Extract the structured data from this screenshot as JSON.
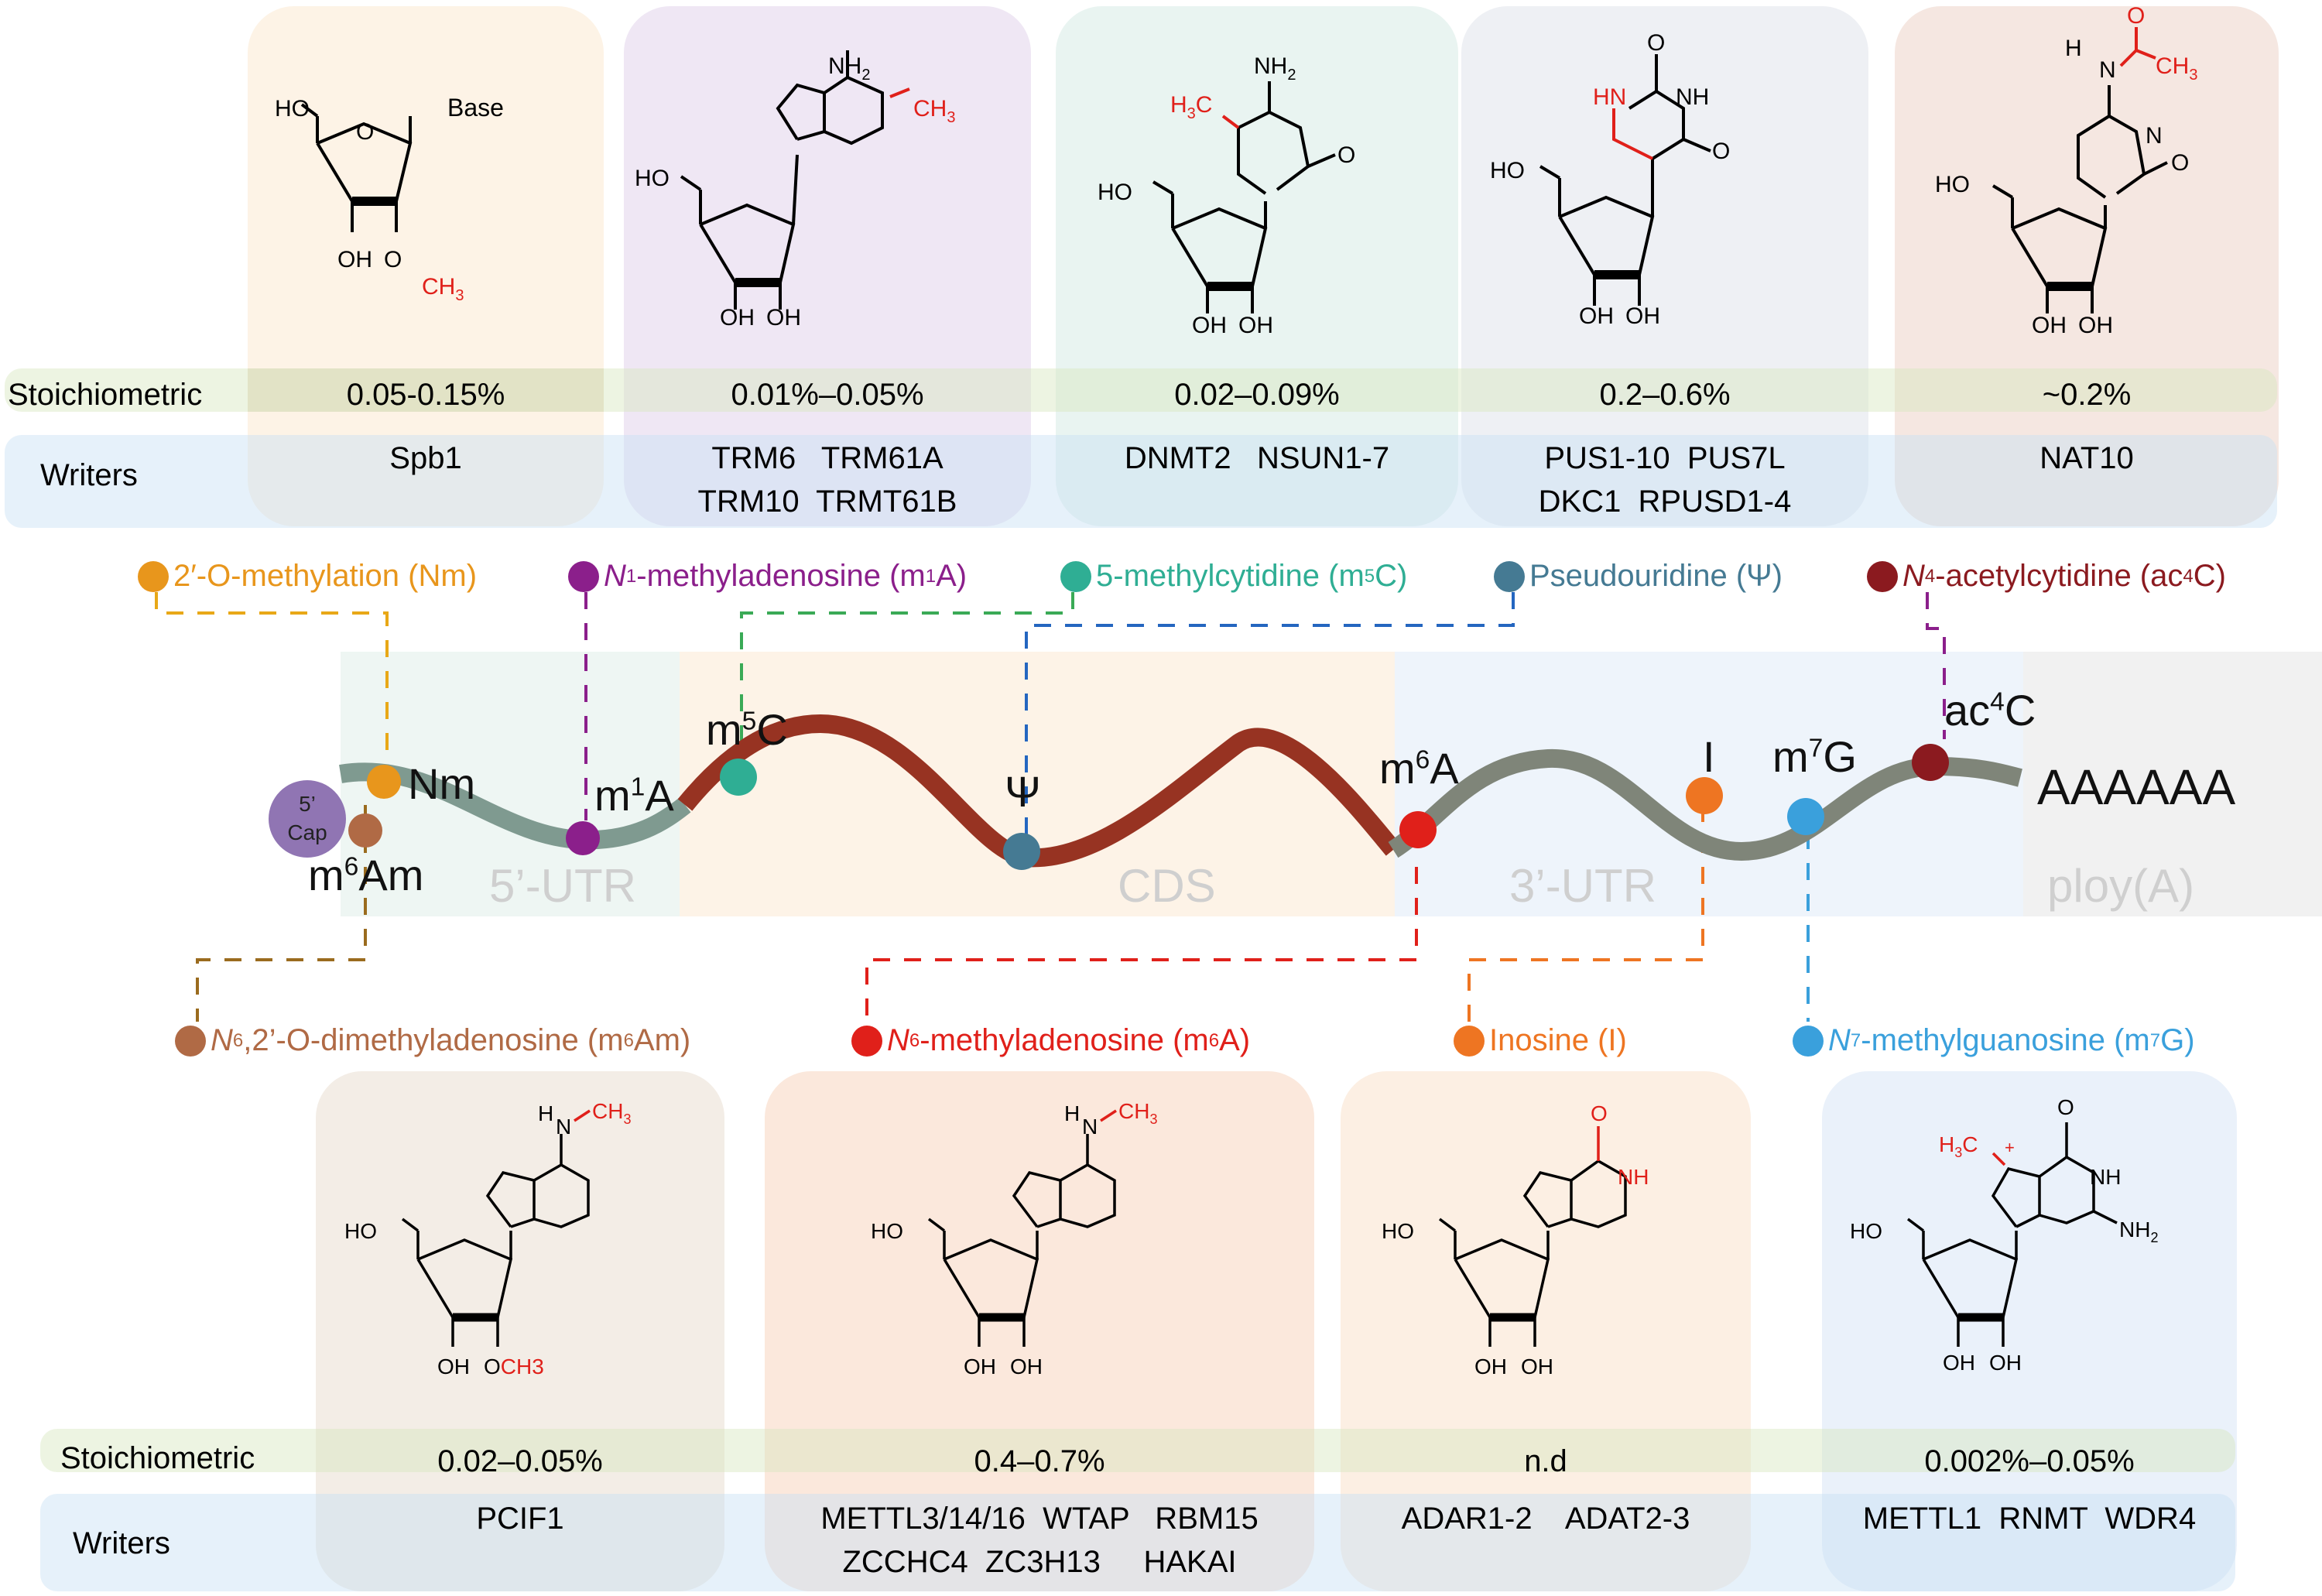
{
  "top_table": {
    "stoich_label": "Stoichiometric",
    "writers_label": "Writers",
    "columns": [
      {
        "id": "nm",
        "base_label": "Base",
        "stoichiometric": "0.05-0.15%",
        "writers": "Spb1",
        "color": "#fdf3e6"
      },
      {
        "id": "m1a",
        "stoichiometric": "0.01%–0.05%",
        "writers": "TRM6   TRM61A\nTRM10  TRMT61B",
        "color": "#efe7f4"
      },
      {
        "id": "m5c",
        "stoichiometric": "0.02–0.09%",
        "writers": "DNMT2   NSUN1-7",
        "color": "#e9f4f1"
      },
      {
        "id": "psi",
        "stoichiometric": "0.2–0.6%",
        "writers": "PUS1-10  PUS7L\nDKC1  RPUSD1-4",
        "color": "#eef0f4"
      },
      {
        "id": "ac4c",
        "stoichiometric": "~0.2%",
        "writers": "NAT10",
        "color": "#f5e7e1"
      }
    ]
  },
  "bottom_table": {
    "stoich_label": "Stoichiometric",
    "writers_label": "Writers",
    "columns": [
      {
        "id": "m6am",
        "stoichiometric": "0.02–0.05%",
        "writers": "PCIF1",
        "color": "#f3ede6"
      },
      {
        "id": "m6a",
        "stoichiometric": "0.4–0.7%",
        "writers": "METTL3/14/16  WTAP   RBM15\nZCCHC4  ZC3H13     HAKAI",
        "color": "#fbe8dc"
      },
      {
        "id": "i",
        "stoichiometric": "n.d",
        "writers": "ADAR1-2    ADAT2-3",
        "color": "#fcefe3"
      },
      {
        "id": "m7g",
        "stoichiometric": "0.002%–0.05%",
        "writers": "METTL1  RNMT  WDR4",
        "color": "#eaf1fa"
      }
    ]
  },
  "legend_top": [
    {
      "id": "nm",
      "prefix": "",
      "italic": "",
      "sup": "",
      "text": "2′-O-methylation (Nm)",
      "color": "#e8961c"
    },
    {
      "id": "m1a",
      "italic": "N",
      "sup": "1",
      "text": "-methyladenosine (m",
      "sup2": "1",
      "tail": "A)",
      "color": "#8b1f8b"
    },
    {
      "id": "m5c",
      "text": "5-methylcytidine (m",
      "sup2": "5",
      "tail": "C)",
      "color": "#2fae94"
    },
    {
      "id": "psi",
      "text": "Pseudouridine (Ψ)",
      "color": "#457a93"
    },
    {
      "id": "ac4c",
      "italic": "N",
      "sup": "4",
      "text": "-acetylcytidine (ac",
      "sup2": "4",
      "tail": "C)",
      "color": "#8b1a1f"
    }
  ],
  "legend_bottom": [
    {
      "id": "m6am",
      "italic": "N",
      "sup": "6",
      "text": ",2’-O-dimethyladenosine (m",
      "sup2": "6",
      "tail": "Am)",
      "color": "#b06a45"
    },
    {
      "id": "m6a",
      "italic": "N",
      "sup": "6",
      "text": "-methyladenosine (m",
      "sup2": "6",
      "tail": "A)",
      "color": "#e0201a"
    },
    {
      "id": "i",
      "text": "Inosine (I)",
      "color": "#ee7522"
    },
    {
      "id": "m7g",
      "italic": "N",
      "sup": "7",
      "text": "-methylguanosine (m",
      "sup2": "7",
      "tail": "G)",
      "color": "#3aa0dc"
    }
  ],
  "mrna": {
    "cap_label_1": "5’",
    "cap_label_2": "Cap",
    "regions": [
      {
        "id": "utr5",
        "label": "5’-UTR",
        "color": "#eef6f3"
      },
      {
        "id": "cds",
        "label": "CDS",
        "color": "#fdf3e7"
      },
      {
        "id": "utr3",
        "label": "3’-UTR",
        "color": "#eef4fb"
      },
      {
        "id": "polya",
        "label": "ploy(A)",
        "color": "#f1f1f1"
      }
    ],
    "tail": "AAAAAA",
    "sites": {
      "nm": "Nm",
      "m6am": "m",
      "m6am_sup": "6",
      "m6am_tail": "Am",
      "m1a": "m",
      "m1a_sup": "1",
      "m1a_tail": "A",
      "m5c": "m",
      "m5c_sup": "5",
      "m5c_tail": "C",
      "psi": "Ψ",
      "m6a": "m",
      "m6a_sup": "6",
      "m6a_tail": "A",
      "i": "I",
      "m7g": "m",
      "m7g_sup": "7",
      "m7g_tail": "G",
      "ac4c": "ac",
      "ac4c_sup": "4",
      "ac4c_tail": "C"
    },
    "colors": {
      "utr": "#7f8c82",
      "cds": "#973322",
      "cap": "#9075b3"
    }
  }
}
